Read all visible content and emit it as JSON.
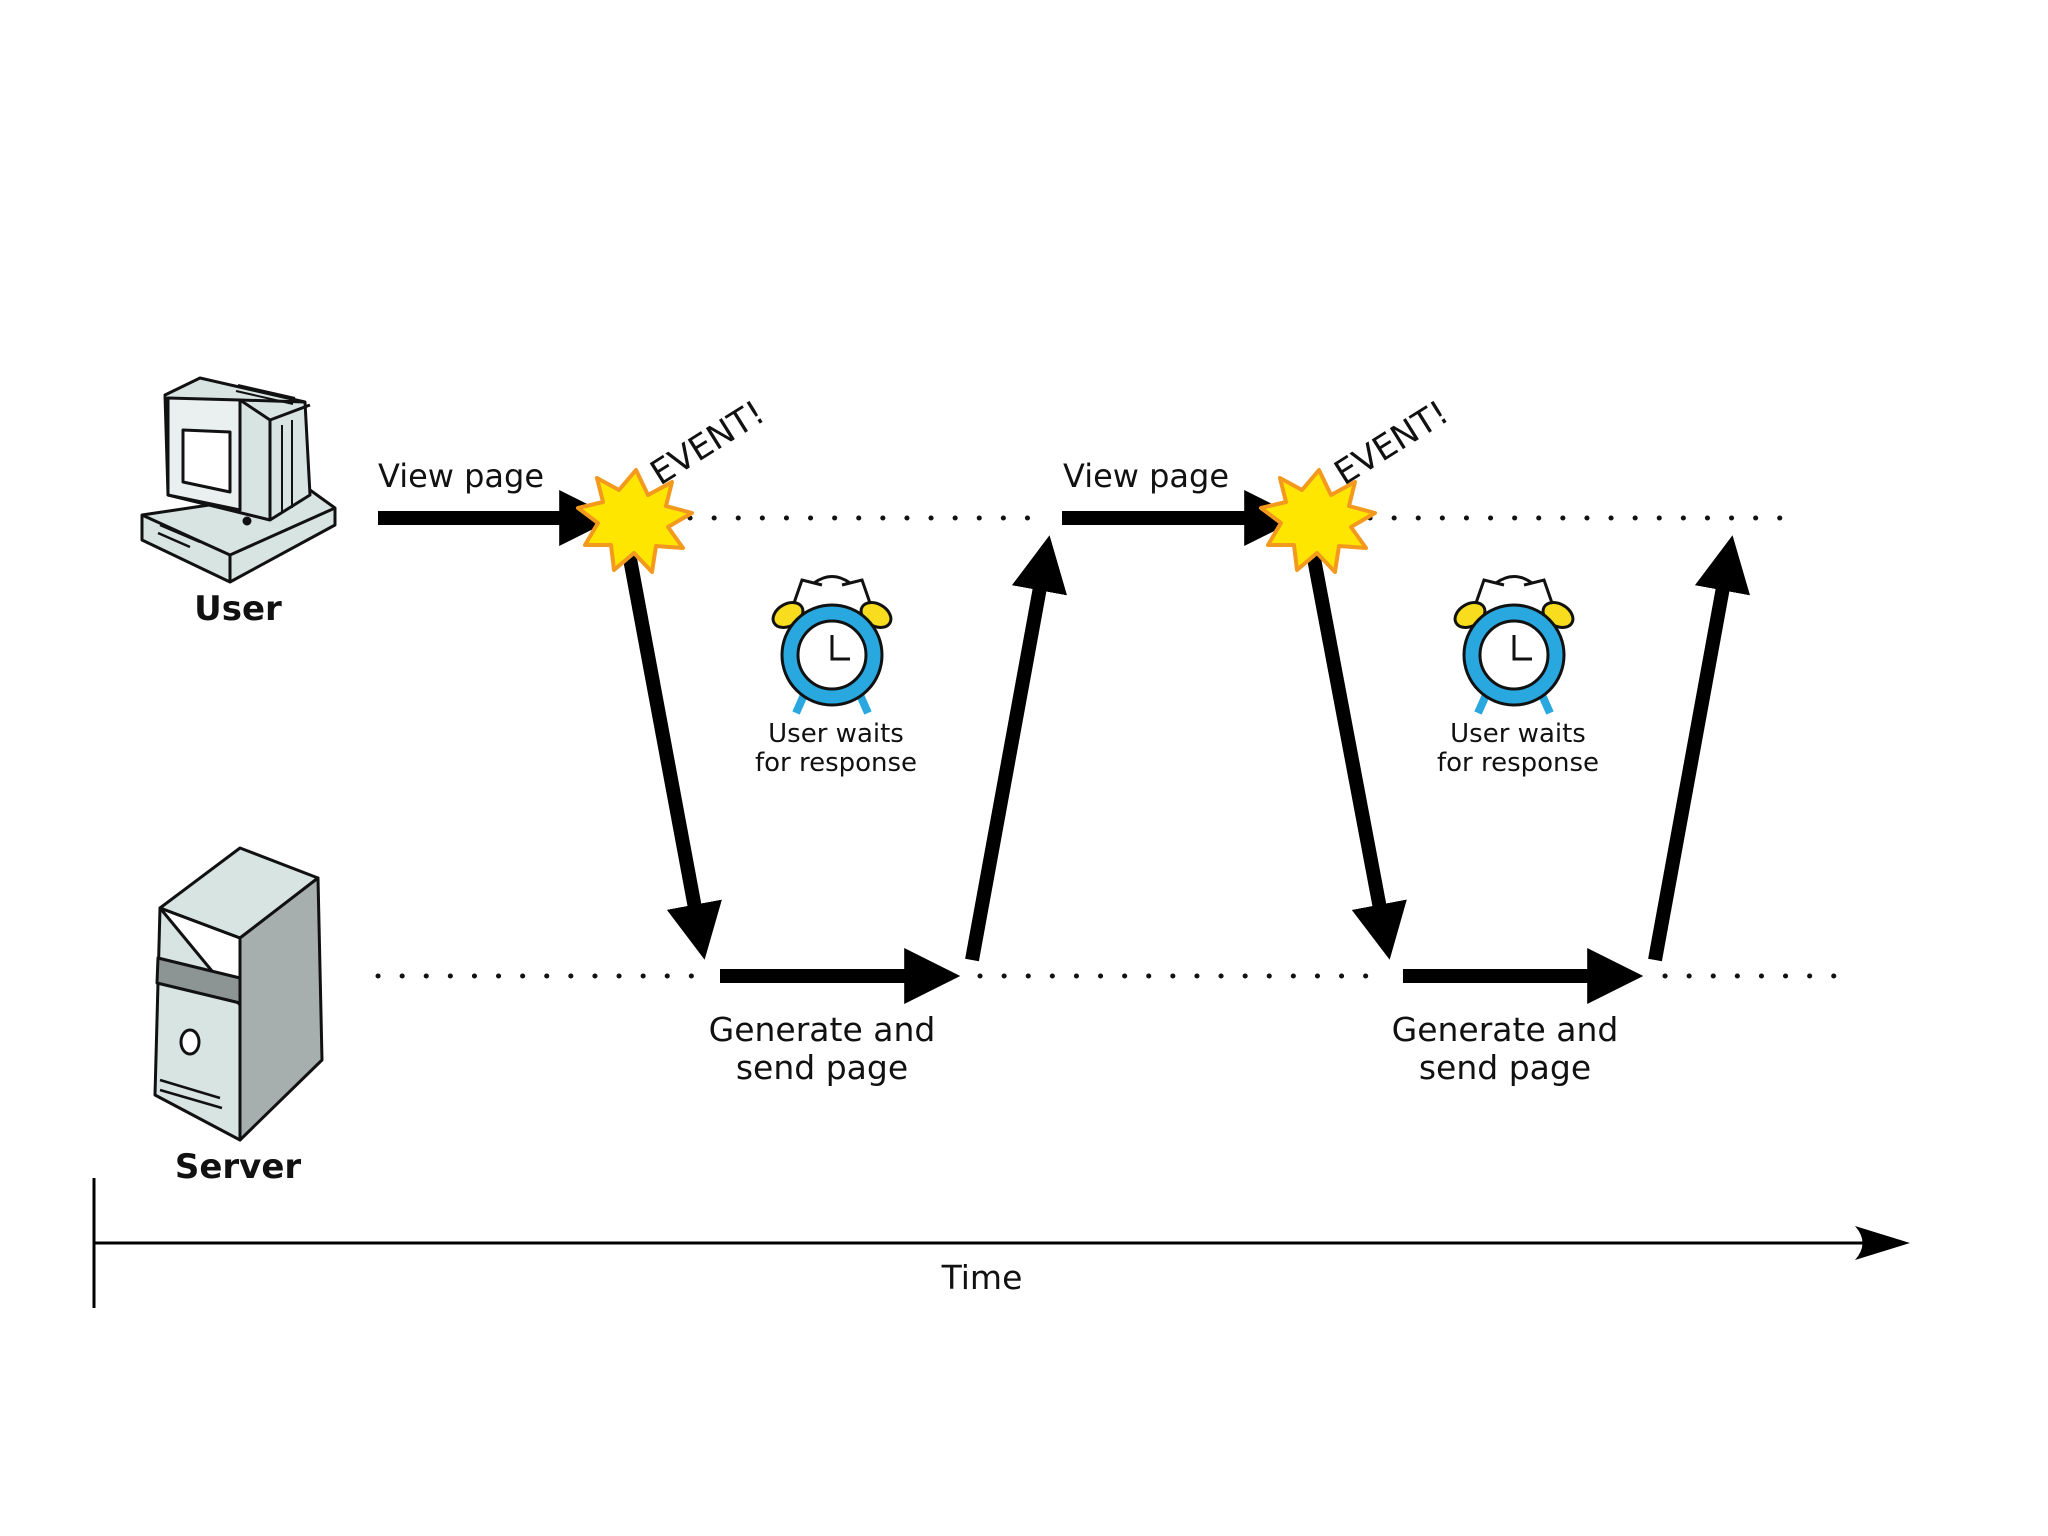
{
  "actors": {
    "user_label": "User",
    "server_label": "Server"
  },
  "timeline": {
    "view_page_1": "View page",
    "view_page_2": "View page",
    "event_1": "EVENT!",
    "event_2": "EVENT!",
    "wait_1_line1": "User waits",
    "wait_1_line2": "for response",
    "wait_2_line1": "User waits",
    "wait_2_line2": "for response",
    "generate_1_line1": "Generate and",
    "generate_1_line2": "send page",
    "generate_2_line1": "Generate and",
    "generate_2_line2": "send page"
  },
  "axis": {
    "label": "Time"
  },
  "colors": {
    "arrow": "#000000",
    "burst_fill": "#ffe600",
    "burst_stroke": "#f39a1e",
    "clock_body": "#29a8e0",
    "clock_bells": "#f7dd1d",
    "device_fill": "#d8e4e2",
    "device_dark": "#8c9594"
  }
}
